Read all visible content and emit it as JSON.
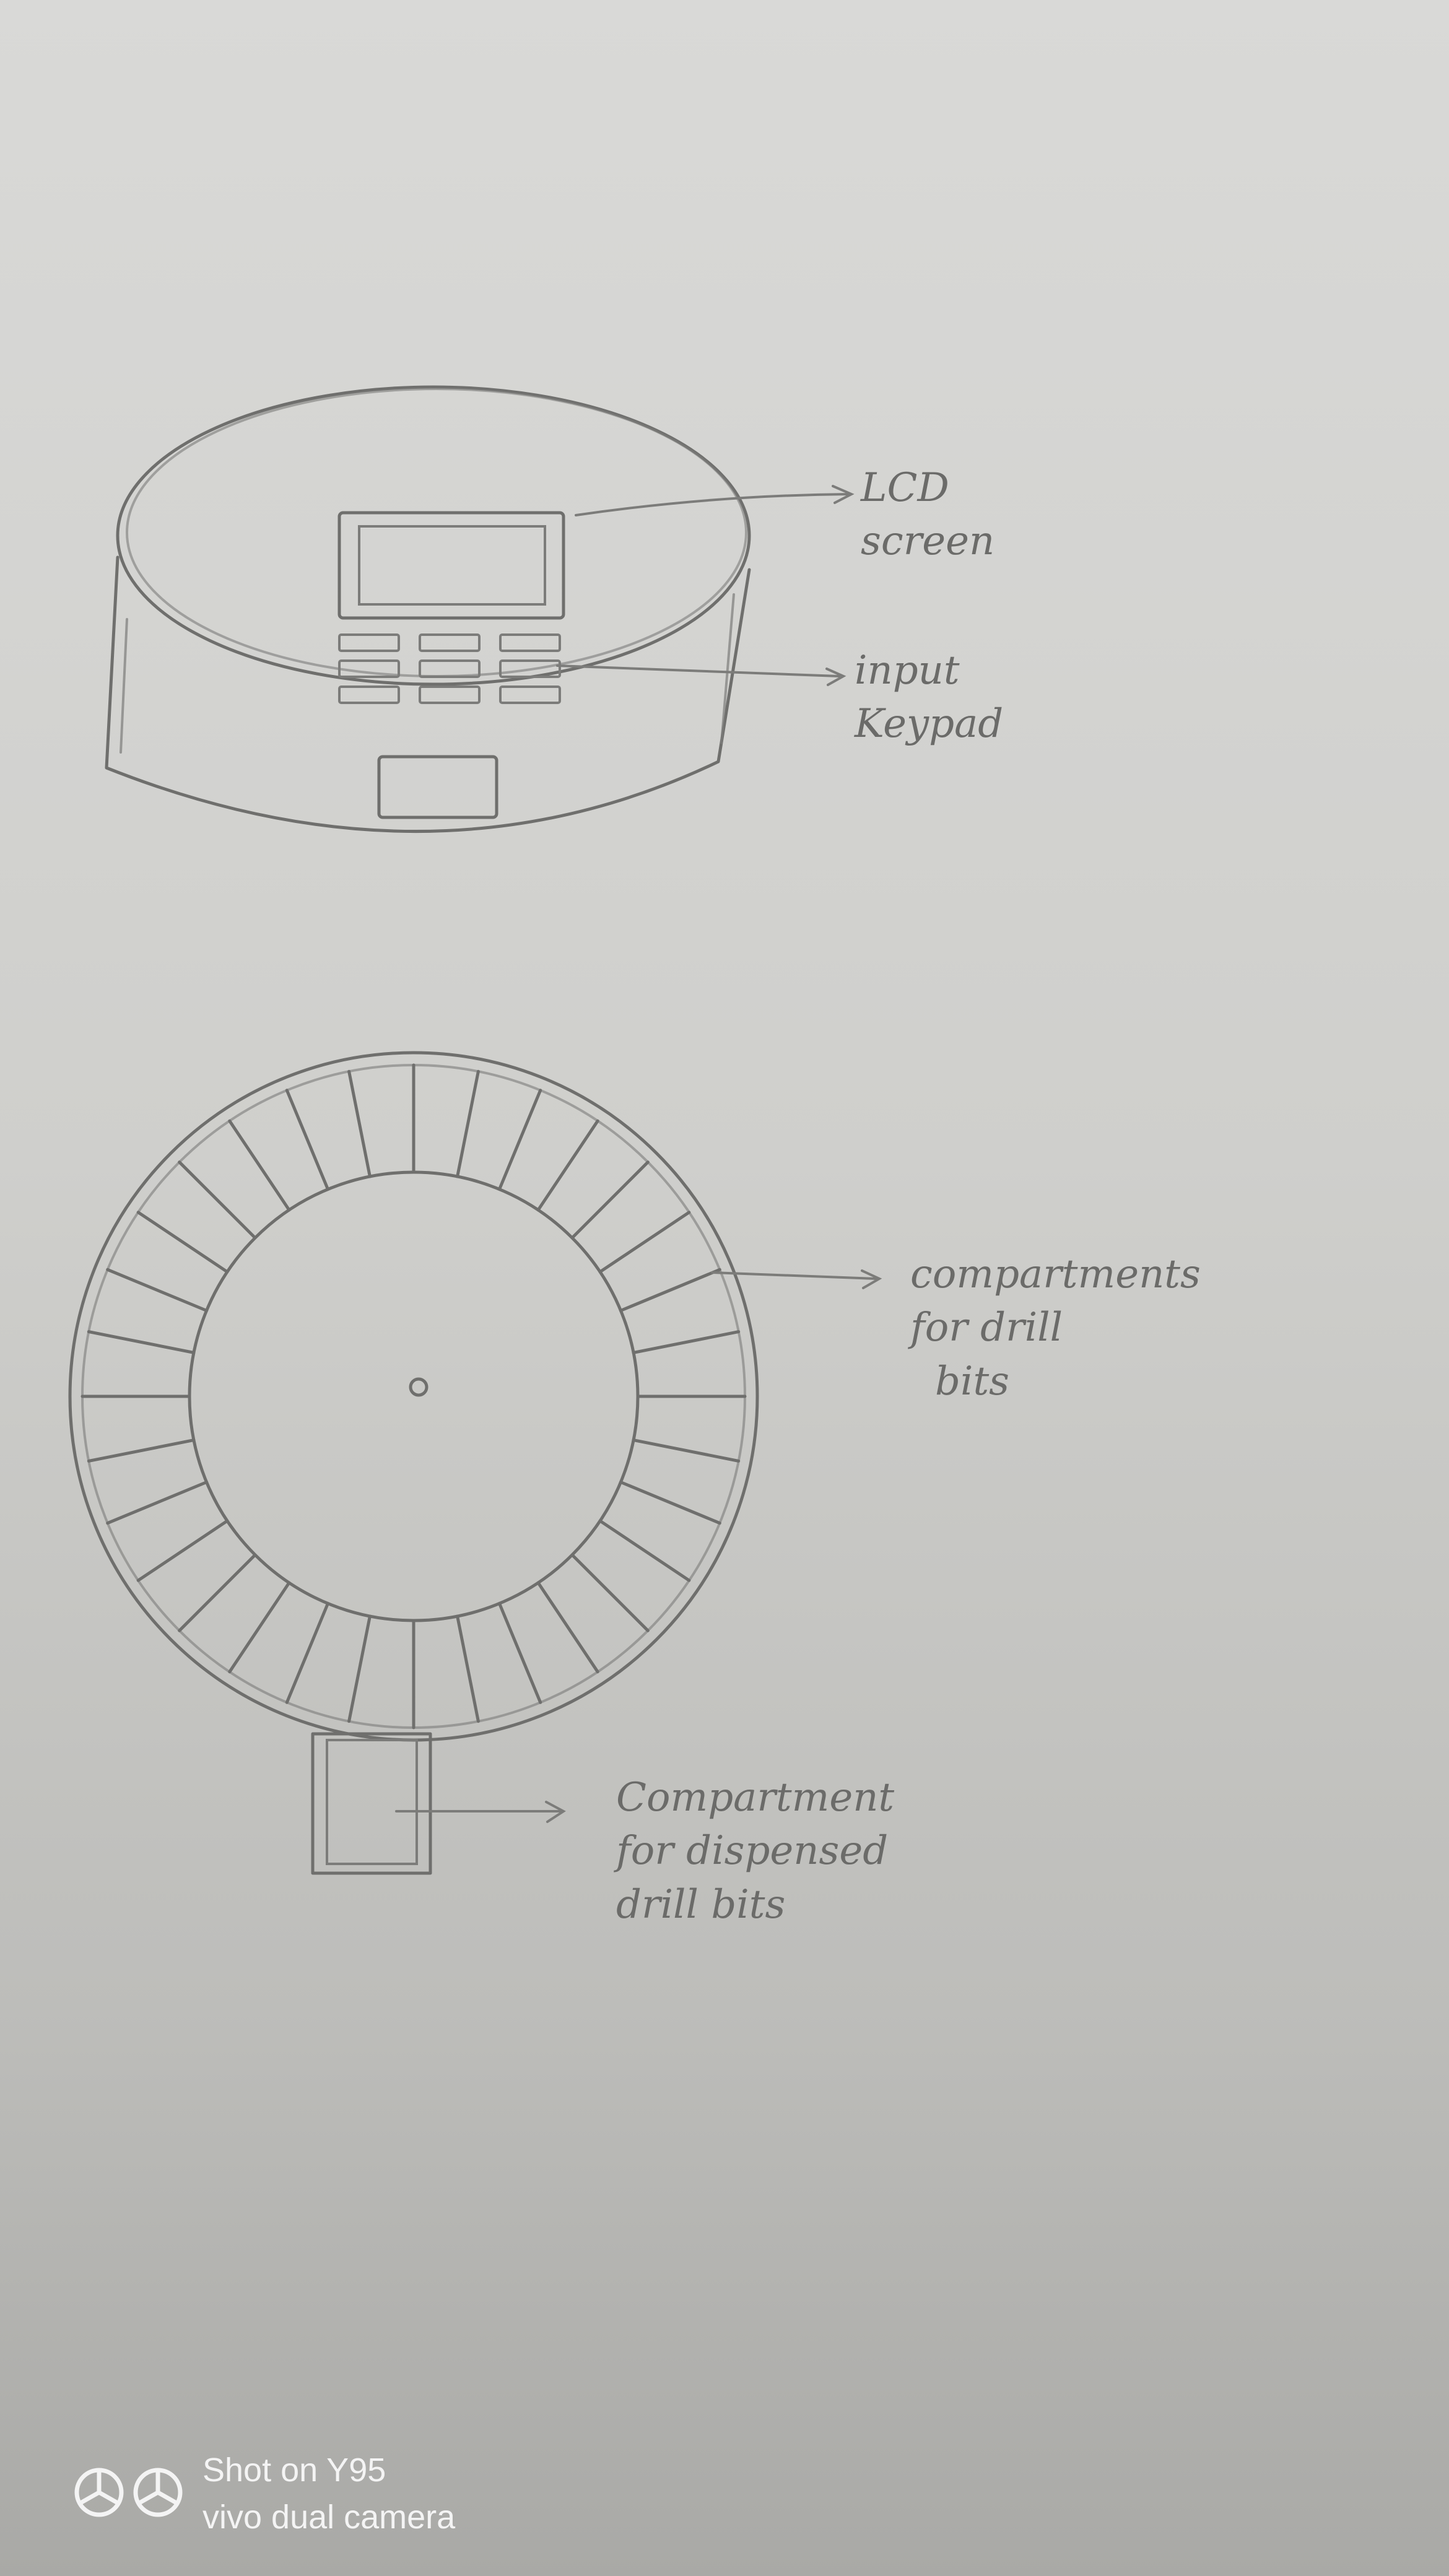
{
  "diagram": {
    "labels": {
      "lcd_screen": [
        "LCD",
        "screen"
      ],
      "input_keypad": [
        "input",
        "Keypad"
      ],
      "compartments": [
        "compartments",
        "for drill",
        "bits"
      ],
      "dispensed": [
        "Compartment",
        "for dispensed",
        "drill bits"
      ]
    },
    "carousel_compartment_count": 32,
    "keypad_rows": 3,
    "keypad_cols": 3
  },
  "watermark": {
    "line1": "Shot on Y95",
    "line2": "vivo dual camera",
    "logo_icon": "vivo-camera-logo-icon"
  },
  "colors": {
    "pencil": "#6f6f6d",
    "paper": "#d4d4d1",
    "watermark": "#f4f4f4"
  }
}
